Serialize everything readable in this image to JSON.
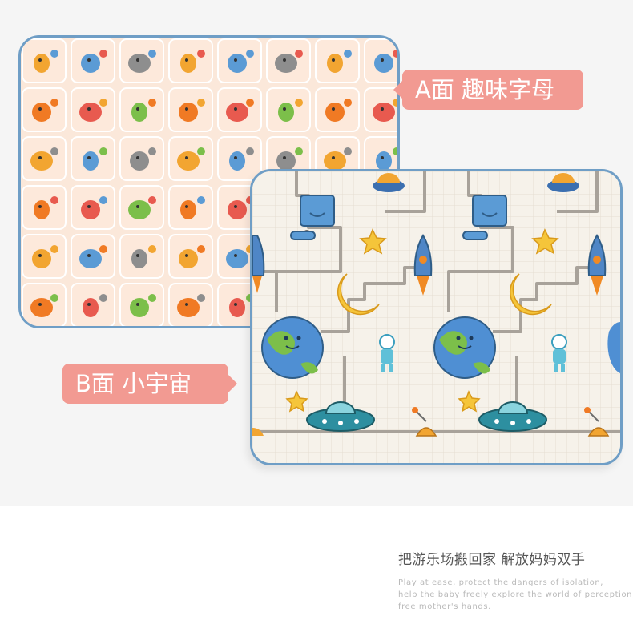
{
  "callouts": {
    "side_a": "A面  趣味字母",
    "side_b": "B面  小宇宙"
  },
  "slogan": {
    "title": "把游乐场搬回家 解放妈妈双手",
    "lines": [
      "Play at ease, protect the dangers of isolation,",
      "help the baby freely explore the world of perception,",
      "free mother's hands."
    ]
  },
  "colors": {
    "background": "#f5f5f5",
    "callout": "#f29a92",
    "mat_border": "#6f9ec6",
    "tile": "#fbe2cf",
    "space_bg": "#f6f2ea"
  },
  "icons": [
    "alphabet-tile-icon",
    "robot-icon",
    "ufo-icon",
    "rocket-icon",
    "star-icon",
    "moon-icon",
    "earth-icon",
    "astronaut-icon",
    "spaceship-icon"
  ]
}
